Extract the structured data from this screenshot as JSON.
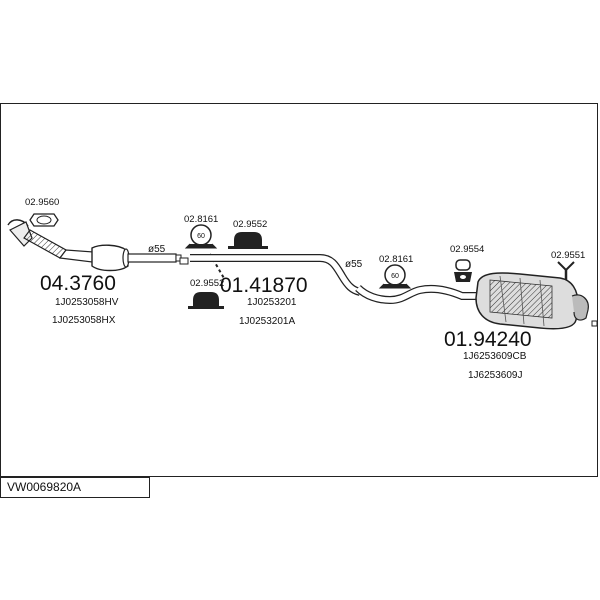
{
  "assembly_code": "VW0069820A",
  "parts": {
    "front_pipe": {
      "number": "04.3760",
      "refs": [
        "1J0253058HV",
        "1J0253058HX"
      ]
    },
    "middle_pipe": {
      "number": "01.41870",
      "refs": [
        "1J0253201",
        "1J0253201A"
      ]
    },
    "rear_silencer": {
      "number": "01.94240",
      "refs": [
        "1J6253609CB",
        "1J6253609J"
      ]
    }
  },
  "accessories": {
    "gasket_front": "02.9560",
    "clamp_1": "02.8161",
    "hanger_1": "02.9552",
    "hanger_2": "02.9552",
    "clamp_2": "02.8161",
    "rubber_hanger": "02.9554",
    "bracket_rear": "02.9551"
  },
  "clamp_size": "60",
  "pipe_diameters": [
    "ø55",
    "ø55"
  ]
}
